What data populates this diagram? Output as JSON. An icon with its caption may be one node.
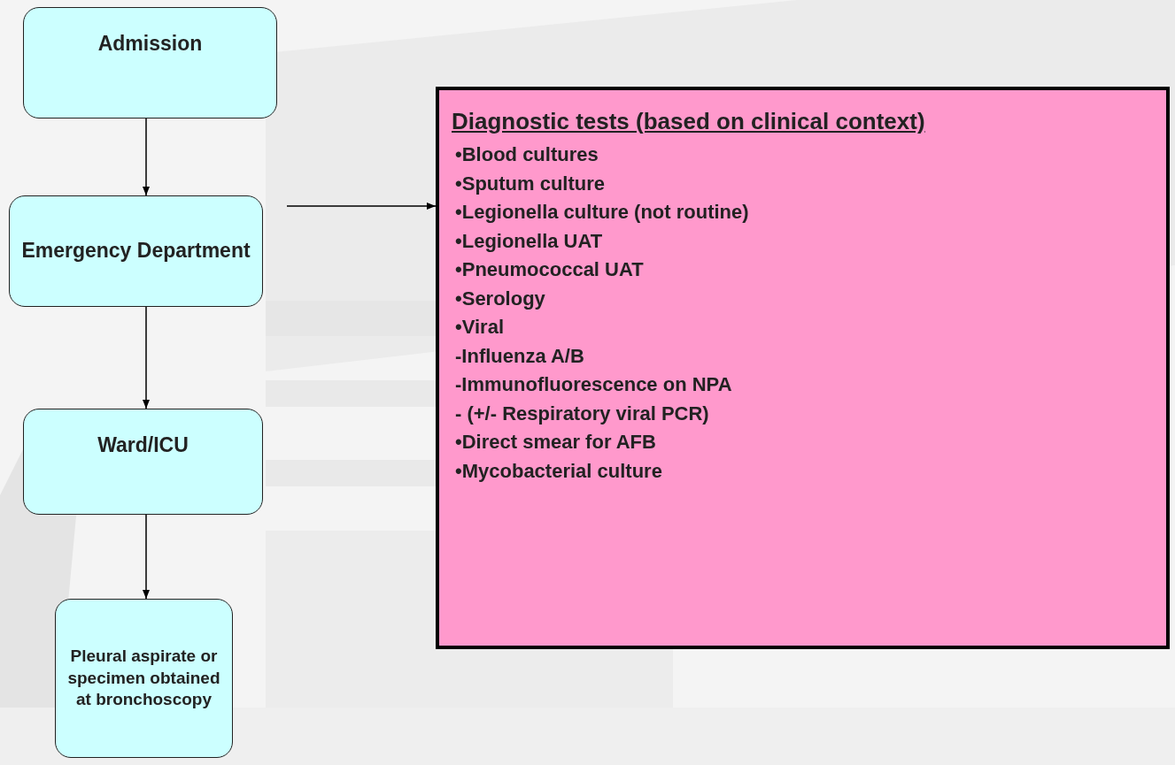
{
  "diagram": {
    "nodes": [
      {
        "text": [
          "Admission"
        ]
      },
      {
        "text": [
          "Emergency Department"
        ]
      },
      {
        "text": [
          "Ward/ICU"
        ]
      },
      {
        "text": [
          "Pleural aspirate or specimen obtained at bronchoscopy"
        ]
      },
      {
        "text": [
          "Diagnostic tests (based on clinical context)",
          "•Blood cultures",
          "•Sputum culture",
          "•Legionella culture (not routine)",
          "•Legionella UAT",
          "•Pneumococcal UAT",
          "•Serology",
          "•Viral",
          "-Influenza A/B",
          "-Immunofluorescence on NPA",
          "- (+/- Respiratory viral PCR)",
          "•Direct smear for AFB",
          "•Mycobacterial culture"
        ]
      }
    ],
    "edges": [
      {
        "from": 0,
        "to": 1,
        "arrow": "to"
      },
      {
        "from": 1,
        "to": 2,
        "arrow": "to"
      },
      {
        "from": 2,
        "to": 3,
        "arrow": "to"
      },
      {
        "from": 1,
        "to": 4,
        "arrow": "to"
      }
    ]
  }
}
